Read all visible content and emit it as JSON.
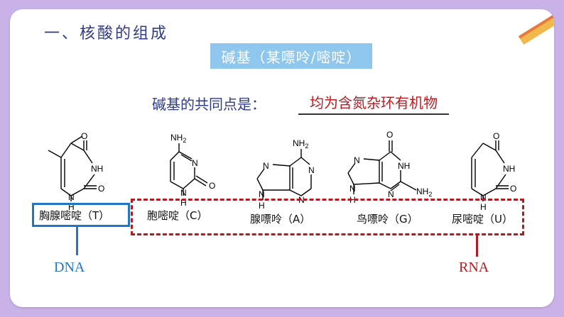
{
  "heading": "一、核酸的组成",
  "banner": "碱基（某嘌呤/嘧啶）",
  "common": {
    "label": "碱基的共同点是：",
    "answer": "均为含氮杂环有机物"
  },
  "structures": {
    "thymine": {
      "o_top": "O",
      "o_right": "O",
      "nh": "NH",
      "n_bottom": "N",
      "h_bottom": "H"
    },
    "cytosine": {
      "nh2": "NH",
      "nh2_sub": "2",
      "n": "N",
      "o": "O",
      "n_bottom": "N",
      "h_bottom": "H"
    },
    "adenine": {
      "nh2": "NH",
      "nh2_sub": "2",
      "n1": "N",
      "n2": "N",
      "n3": "N",
      "n4": "N",
      "h": "H"
    },
    "guanine": {
      "o": "O",
      "nh": "NH",
      "n1": "N",
      "n2": "N",
      "n3": "N",
      "nh2": "NH",
      "nh2_sub": "2",
      "h": "H"
    },
    "uracil": {
      "o_top": "O",
      "o_right": "O",
      "nh": "NH",
      "n_bottom": "N",
      "h_bottom": "H"
    }
  },
  "bases": [
    {
      "label": "胸腺嘧啶（T）"
    },
    {
      "label": "胞嘧啶（C）"
    },
    {
      "label": "腺嘌呤（A）"
    },
    {
      "label": "鸟嘌呤（G）"
    },
    {
      "label": "尿嘧啶（U）"
    }
  ],
  "dna_label": "DNA",
  "rna_label": "RNA",
  "colors": {
    "background": "#c9b2e8",
    "heading": "#2f3a8a",
    "banner": "#8ec6ee",
    "answer": "#c0181f",
    "dna": "#1f77c8",
    "rna": "#b01c22"
  }
}
